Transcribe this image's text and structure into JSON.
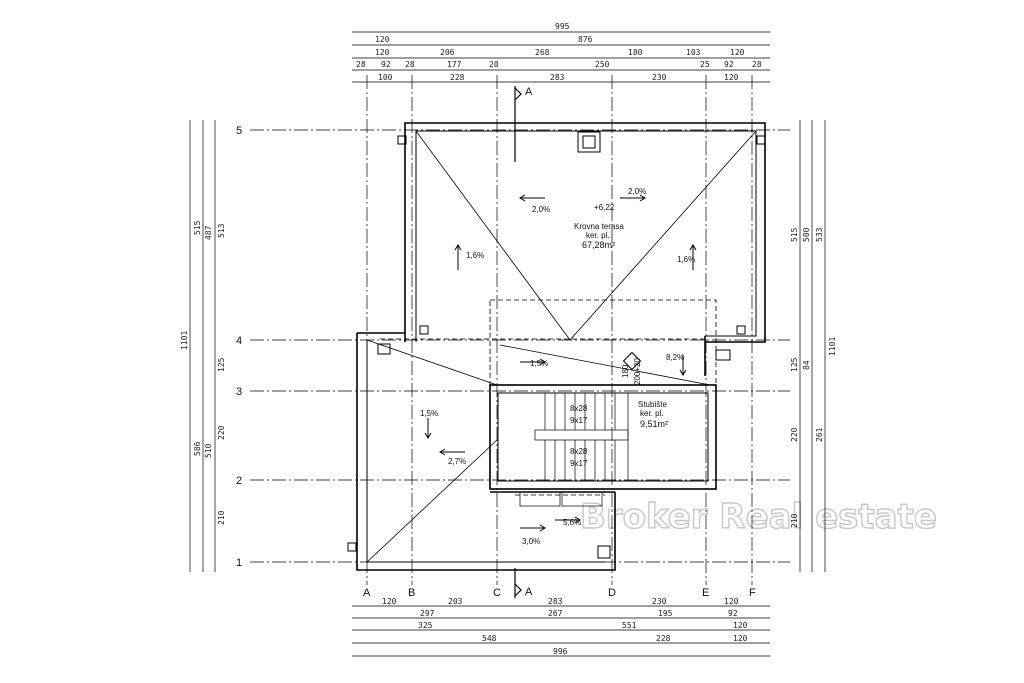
{
  "watermark": "Broker Real estate",
  "rooms": {
    "roof_terrace": {
      "name": "Krovna terasa",
      "floor": "ker. pl.",
      "area": "67,28m²",
      "level": "+6,22"
    },
    "stairwell": {
      "name": "Stubište",
      "floor": "ker. pl.",
      "area": "9,51m²"
    }
  },
  "slopes": [
    "2,0%",
    "2,0%",
    "1,6%",
    "1,6%",
    "1,5%",
    "8,2%",
    "1,5%",
    "2,7%",
    "5,6%",
    "3,0%"
  ],
  "stairs": [
    "8x28",
    "9x17",
    "8x28",
    "9x17"
  ],
  "misc_labels": [
    "180",
    "200+20"
  ],
  "section_marks": [
    "A",
    "A"
  ],
  "grid_columns": [
    "A",
    "B",
    "C",
    "D",
    "E",
    "F"
  ],
  "grid_rows": [
    "5",
    "4",
    "3",
    "2",
    "1"
  ],
  "dims_top": {
    "row1": [
      "995"
    ],
    "row2": [
      "120",
      "876"
    ],
    "row3": [
      "120",
      "206",
      "268",
      "180",
      "103",
      "120"
    ],
    "row4": [
      "28",
      "92",
      "28",
      "177",
      "20",
      "250",
      "25",
      "92",
      "28"
    ],
    "row5": [
      "100",
      "228",
      "283",
      "230",
      "120"
    ]
  },
  "dims_bottom": {
    "row1": [
      "120",
      "203",
      "283",
      "230",
      "120"
    ],
    "row2": [
      "297",
      "267",
      "195",
      "92"
    ],
    "row3": [
      "325",
      "551",
      "120"
    ],
    "row4": [
      "548",
      "228",
      "120"
    ],
    "row5": [
      "996"
    ]
  },
  "dims_left": [
    "1101",
    "515",
    "487",
    "513",
    "125",
    "586",
    "510",
    "220",
    "210"
  ],
  "dims_right": [
    "515",
    "500",
    "533",
    "125",
    "84",
    "1101",
    "220",
    "261",
    "210"
  ]
}
